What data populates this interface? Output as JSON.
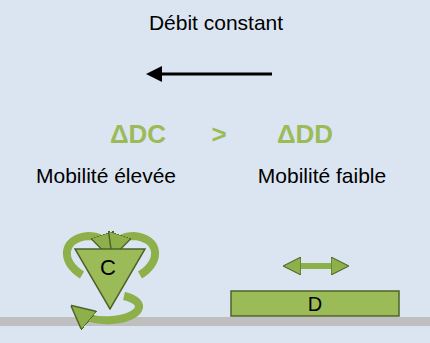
{
  "diagram": {
    "nodes": [
      {
        "text": [
          "C"
        ]
      },
      {
        "text": [
          "D"
        ]
      }
    ],
    "labels": [
      "Débit constant",
      "ΔDC",
      ">",
      "ΔDD",
      "Mobilité élevée",
      "Mobilité faible"
    ]
  }
}
